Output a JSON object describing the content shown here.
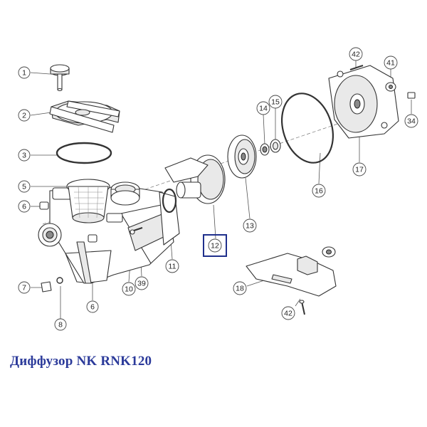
{
  "diagram": {
    "title": "Диффузор NK RNK120",
    "highlighted_part": "12",
    "callouts": {
      "c1": "1",
      "c2": "2",
      "c3": "3",
      "c5": "5",
      "c6a": "6",
      "c6b": "6",
      "c7": "7",
      "c8": "8",
      "c10": "10",
      "c11": "11",
      "c12": "12",
      "c13": "13",
      "c14": "14",
      "c15": "15",
      "c16": "16",
      "c17": "17",
      "c18": "18",
      "c34": "34",
      "c39": "39",
      "c41": "41",
      "c42a": "42",
      "c42b": "42"
    },
    "colors": {
      "caption": "#2b3a9a",
      "highlight": "#1f2f8c"
    }
  }
}
